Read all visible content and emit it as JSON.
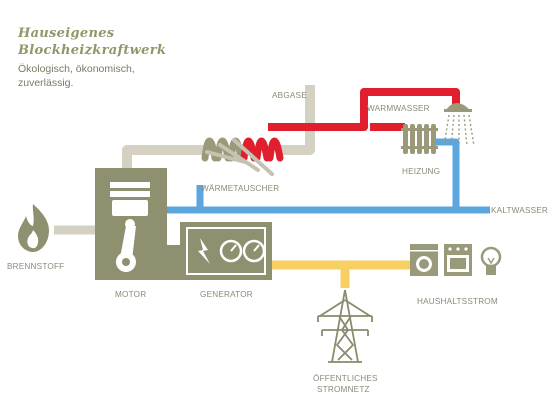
{
  "title": {
    "line1": "Hauseigenes",
    "line2": "Blockheizkraftwerk"
  },
  "subtitle": {
    "line1": "Ökologisch, ökonomisch,",
    "line2": "zuverlässig."
  },
  "labels": {
    "abgase": "ABGASE",
    "warmwasser": "WARMWASSER",
    "waermetauscher": "WÄRMETAUSCHER",
    "heizung": "HEIZUNG",
    "kaltwasser": "KALTWASSER",
    "brennstoff": "BRENNSTOFF",
    "motor": "MOTOR",
    "generator": "GENERATOR",
    "haushaltsstrom": "HAUSHALTSSTROM",
    "netz_line1": "ÖFFENTLICHES",
    "netz_line2": "STROMNETZ"
  },
  "colors": {
    "olive": "#8f9070",
    "beige": "#d4d1c2",
    "hot": "#e01e2d",
    "cold": "#5ba6dc",
    "power": "#f7cf63",
    "label": "#8a8a78"
  },
  "icons": [
    "flame-icon",
    "piston-icon",
    "lightning-icon",
    "gauge-icon",
    "shower-icon",
    "radiator-icon",
    "washing-machine-icon",
    "stove-icon",
    "lightbulb-icon",
    "power-pylon-icon"
  ]
}
